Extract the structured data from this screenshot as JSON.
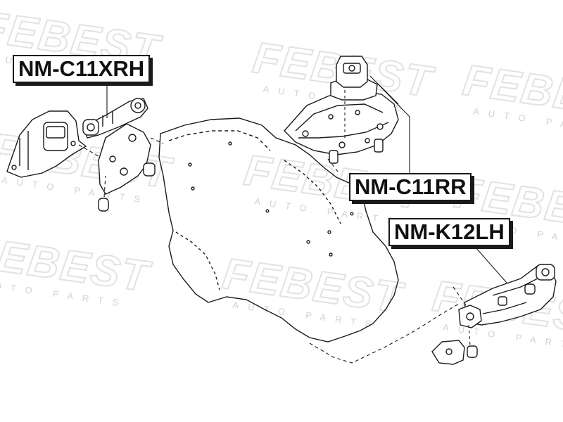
{
  "watermark": {
    "brand": "FEBEST",
    "tagline": "AUTO PARTS"
  },
  "labels": {
    "right_engine_mount": "NM-C11XRH",
    "rear_engine_mount": "NM-C11RR",
    "left_engine_mount": "NM-K12LH"
  },
  "colors": {
    "line": "#1a1a1a",
    "watermark": "#e2e2e2",
    "background": "#ffffff"
  }
}
